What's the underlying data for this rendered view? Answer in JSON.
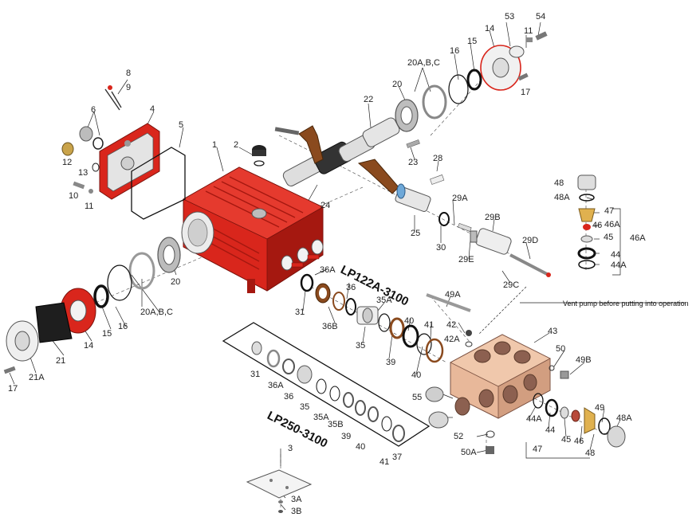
{
  "models": {
    "primary": "LP122A-3100",
    "secondary": "LP250-3100"
  },
  "note": "Vent pump before putting into operation",
  "part_labels": [
    "1",
    "2",
    "3",
    "3A",
    "3B",
    "4",
    "5",
    "6",
    "8",
    "9",
    "10",
    "11",
    "11",
    "12",
    "13",
    "14",
    "14",
    "15",
    "15",
    "16",
    "16",
    "17",
    "17",
    "20",
    "20",
    "20A,B,C",
    "20A,B,C",
    "21",
    "21A",
    "22",
    "23",
    "24",
    "25",
    "28",
    "29A",
    "29B",
    "29C",
    "29D",
    "29E",
    "30",
    "31",
    "31",
    "35",
    "35",
    "35A",
    "35A",
    "35B",
    "36",
    "36",
    "36A",
    "36A",
    "36B",
    "37",
    "39",
    "39",
    "40",
    "40",
    "40",
    "41",
    "41",
    "42",
    "42A",
    "43",
    "44",
    "44",
    "44A",
    "44A",
    "45",
    "45",
    "46",
    "46",
    "46A",
    "46A",
    "47",
    "47",
    "48",
    "48",
    "48A",
    "48A",
    "49",
    "49A",
    "49B",
    "50",
    "50A",
    "52",
    "53",
    "54",
    "55"
  ],
  "colors": {
    "housing": "#d9261c",
    "housing_dark": "#a51810",
    "manifold": "#e8b89a",
    "manifold_dark": "#b98468",
    "bronze": "#8a4a1e",
    "line": "#222222"
  }
}
